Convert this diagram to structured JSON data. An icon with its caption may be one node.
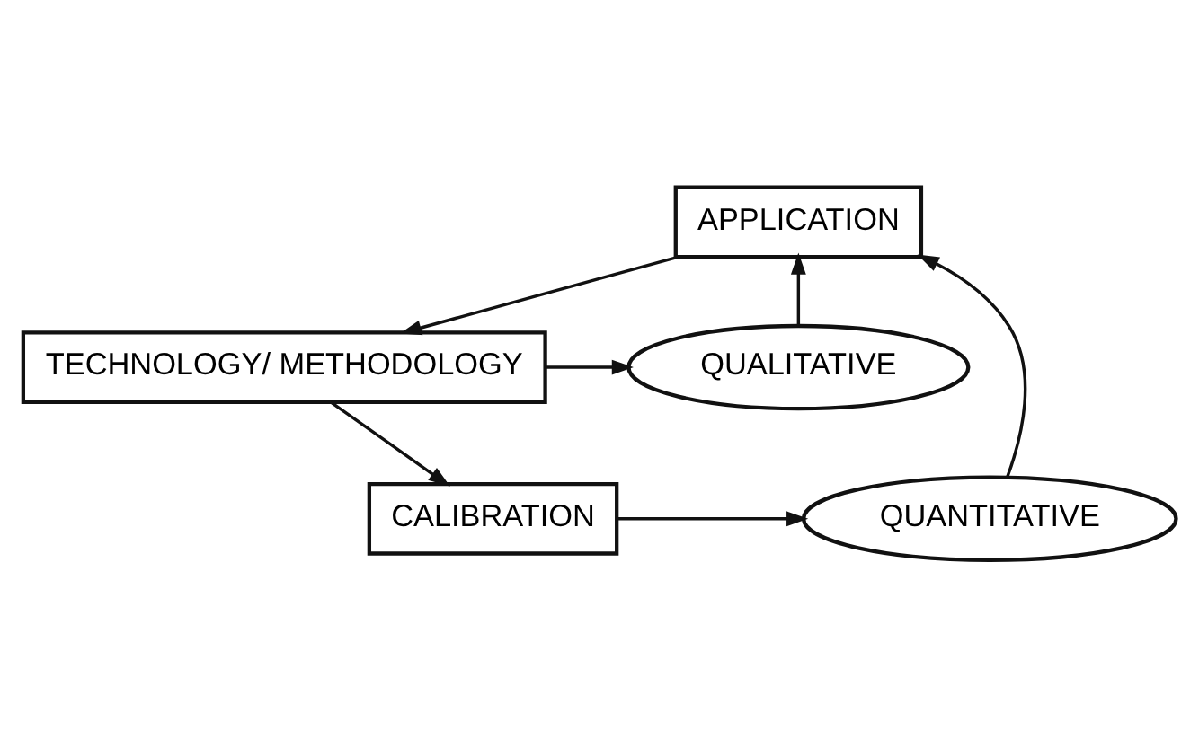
{
  "diagram": {
    "nodes": [
      {
        "text": [
          "APPLICATION"
        ]
      },
      {
        "text": [
          "QUALITATIVE"
        ]
      },
      {
        "text": [
          "TECHNOLOGY/ METHODOLOGY"
        ]
      },
      {
        "text": [
          "QUANTITATIVE"
        ]
      },
      {
        "text": [
          "CALIBRATION"
        ]
      }
    ],
    "edges": [
      {
        "from": 1,
        "to": 0,
        "arrow": "to"
      },
      {
        "from": 0,
        "to": 2,
        "arrow": "to"
      },
      {
        "from": 2,
        "to": 1,
        "arrow": "to"
      },
      {
        "from": 2,
        "to": 4,
        "arrow": "to"
      },
      {
        "from": 4,
        "to": 3,
        "arrow": "to"
      },
      {
        "from": 3,
        "to": 0,
        "arrow": "to"
      }
    ]
  }
}
